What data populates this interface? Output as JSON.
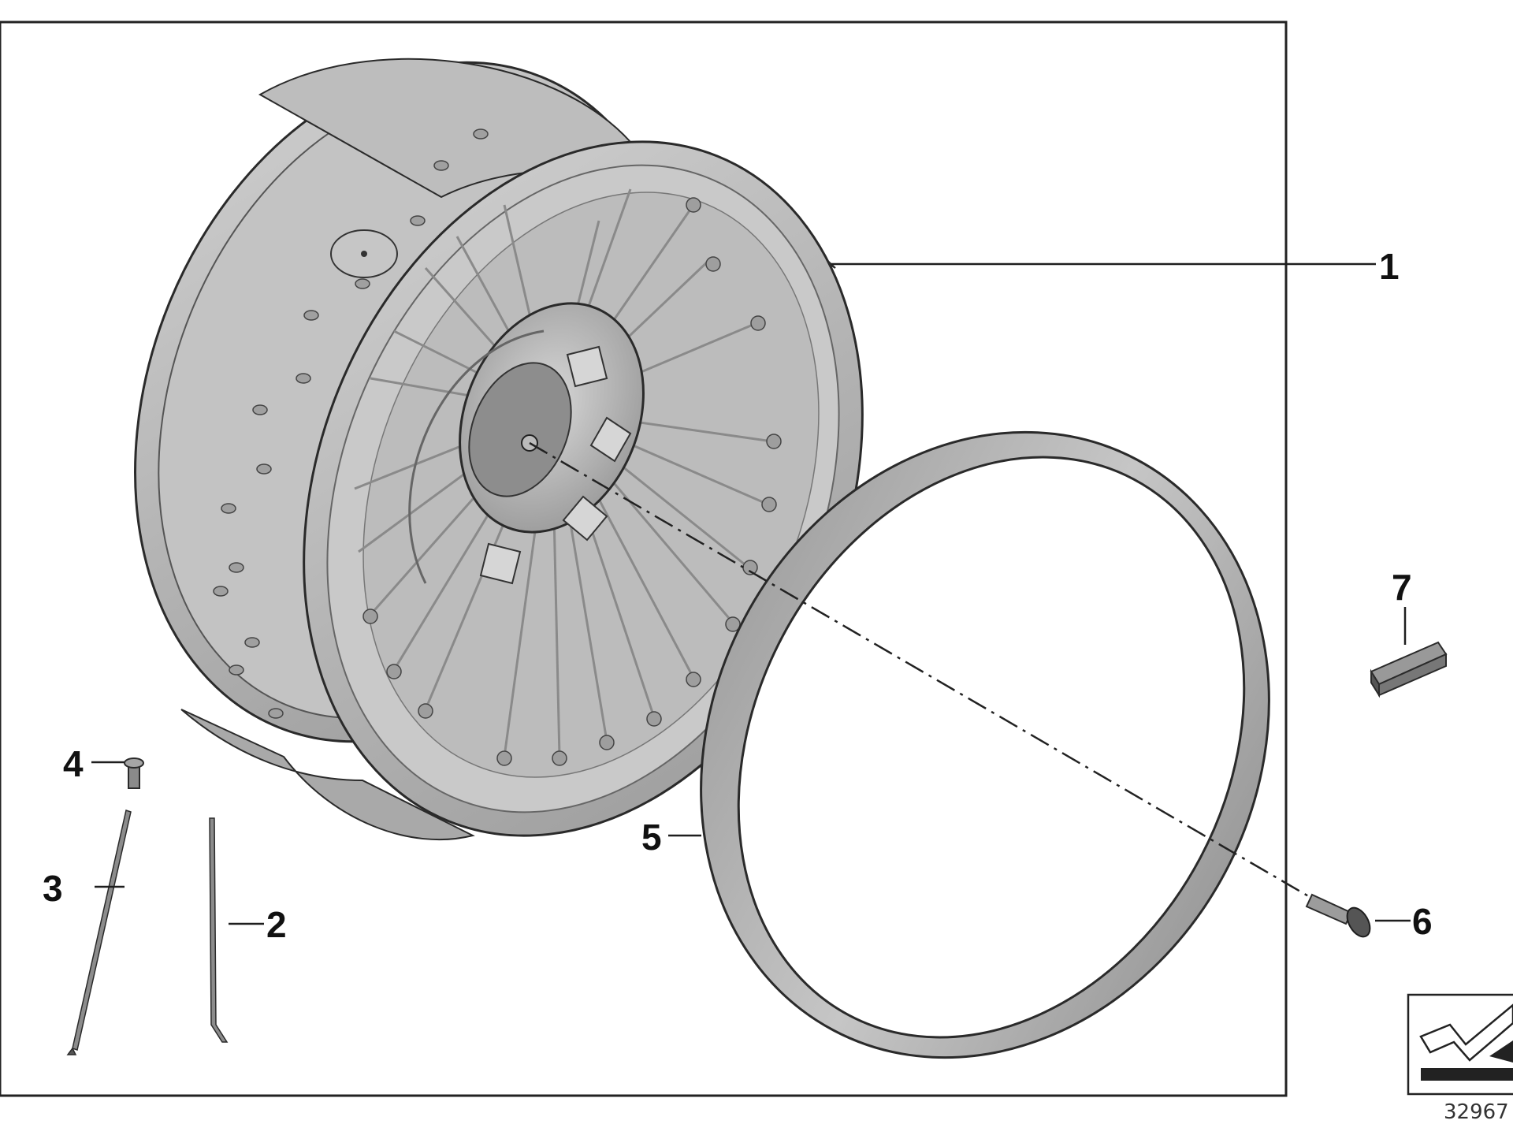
{
  "diagram": {
    "callouts": [
      {
        "id": "1",
        "label": "1"
      },
      {
        "id": "2",
        "label": "2"
      },
      {
        "id": "3",
        "label": "3"
      },
      {
        "id": "4",
        "label": "4"
      },
      {
        "id": "5",
        "label": "5"
      },
      {
        "id": "6",
        "label": "6"
      },
      {
        "id": "7",
        "label": "7"
      }
    ],
    "reference_number": "32967",
    "colors": {
      "part_fill": "#b9b9b9",
      "part_dark": "#8f8f8f",
      "part_light": "#d4d4d4",
      "outline": "#2a2a2a",
      "frame": "#222222"
    }
  }
}
